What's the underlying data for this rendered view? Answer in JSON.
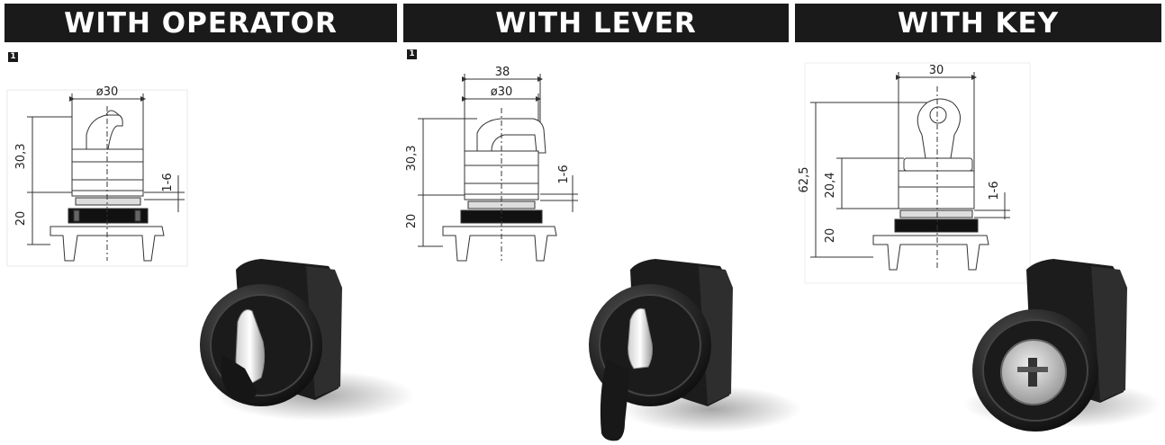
{
  "headers": [
    "WITH OPERATOR",
    "WITH LEVER",
    "WITH KEY"
  ],
  "markers": [
    "1",
    "1"
  ],
  "operator": {
    "dia": "ø30",
    "h_top": "30,3",
    "h_bot": "20",
    "gap": "1-6"
  },
  "lever": {
    "width": "38",
    "dia": "ø30",
    "h_top": "30,3",
    "h_bot": "20",
    "gap": "1-6"
  },
  "key": {
    "width": "30",
    "h_total": "62,5",
    "h_mid": "20,4",
    "h_bot": "20",
    "gap": "1-6"
  },
  "colors": {
    "header_bg": "#1a1a1a",
    "header_text": "#ffffff"
  }
}
